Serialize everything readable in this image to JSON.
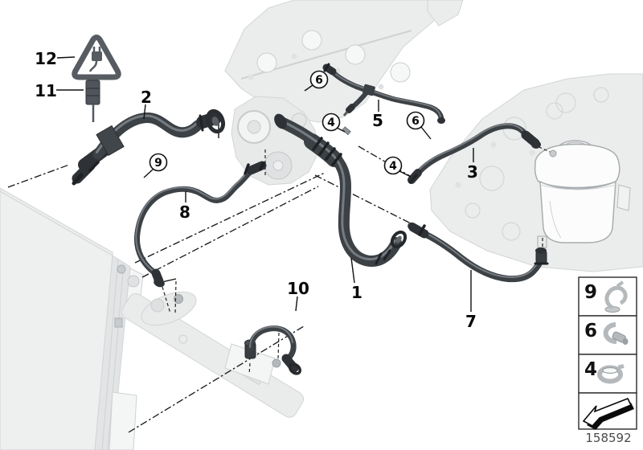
{
  "diagram": {
    "doc_number": "158592",
    "callouts": {
      "plain": [
        {
          "label": "12"
        },
        {
          "label": "11"
        },
        {
          "label": "2"
        },
        {
          "label": "5"
        },
        {
          "label": "3"
        },
        {
          "label": "8"
        },
        {
          "label": "10"
        },
        {
          "label": "1"
        },
        {
          "label": "7"
        }
      ],
      "circled": [
        {
          "label": "6"
        },
        {
          "label": "4"
        },
        {
          "label": "6"
        },
        {
          "label": "4"
        },
        {
          "label": "9"
        }
      ]
    },
    "legend": {
      "items": [
        {
          "label": "9",
          "icon": "pipe-clip-icon"
        },
        {
          "label": "6",
          "icon": "hose-clamp-with-connector-icon"
        },
        {
          "label": "4",
          "icon": "hose-clamp-icon"
        }
      ],
      "arrow_icon": "direction-arrow-icon"
    },
    "warning": {
      "icon": "electrical-connector-warning-icon"
    },
    "colors": {
      "background": "#ffffff",
      "hose_dark": "#3c4145",
      "ghost_gray": "#ebecec",
      "outline_black": "#111111",
      "doc_number_gray": "#4a4a4a"
    }
  }
}
